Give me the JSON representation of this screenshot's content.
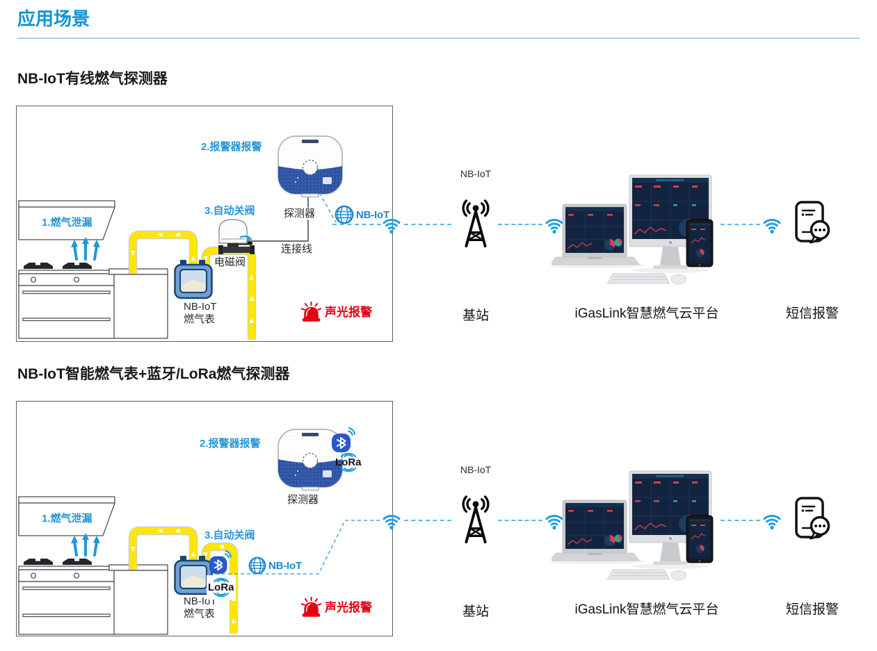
{
  "page": {
    "title": "应用场景"
  },
  "colors": {
    "accent_blue": "#0e93d7",
    "label_blue": "#2796d8",
    "alert_red": "#e60012",
    "pipe_yellow": "#ffe603",
    "wifi_blue": "#1e9fe0",
    "dash_blue": "#5fb4e6",
    "meter_blue": "#6f9fd4",
    "detector_blue": "#2e55a5"
  },
  "icons": {
    "wifi": "wifi-signal-icon",
    "base_station": "antenna-tower-icon",
    "sms_phone": "phone-message-icon",
    "siren": "alarm-siren-icon",
    "globe": "nbiot-globe-icon",
    "bluetooth": "bluetooth-badge-icon",
    "lora_waves": "lora-waves-icon",
    "gas_arrows": "gas-leak-arrows-icon",
    "platform_devices": "computers-illustration"
  },
  "shared": {
    "nbiot": "NB-IoT",
    "detector": "探测器",
    "meter_line1": "NB-IoT",
    "meter_line2": "燃气表",
    "sound_light_alarm": "声光报警",
    "base_station": "基站",
    "platform": "iGasLink智慧燃气云平台",
    "sms_alarm": "短信报警",
    "lora": "LoRa",
    "step1": "1.燃气泄漏",
    "step2": "2.报警器报警",
    "step3": "3.自动关阀"
  },
  "scenario1": {
    "heading": "NB-IoT有线燃气探测器",
    "wire_label": "连接线",
    "valve_label": "电磁阀"
  },
  "scenario2": {
    "heading": "NB-IoT智能燃气表+蓝牙/LoRa燃气探测器"
  }
}
